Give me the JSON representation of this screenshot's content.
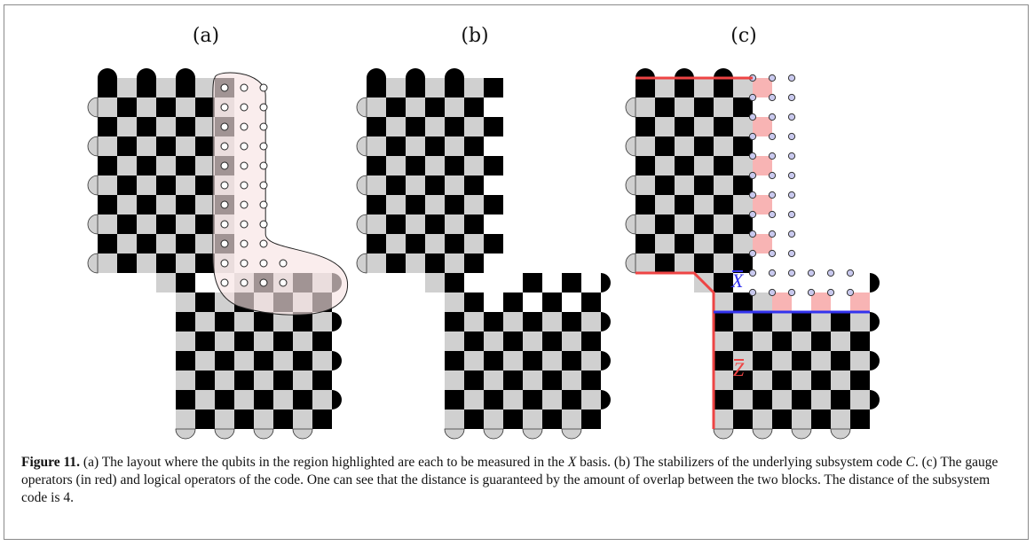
{
  "panels": [
    {
      "id": "a",
      "label": "(a)"
    },
    {
      "id": "b",
      "label": "(b)"
    },
    {
      "id": "c",
      "label": "(c)"
    }
  ],
  "operators": {
    "x_label": "X",
    "z_label": "Z",
    "x_color": "#3333ee",
    "z_color": "#ee4444"
  },
  "colors": {
    "black_cell": "#000000",
    "grey_cell": "#d0d0d0",
    "highlight_fill": "#f7e4e4",
    "gauge_fill": "#f8b4b4",
    "qubit_fill": "#c9c9ee"
  },
  "caption": {
    "label": "Figure 11.",
    "part1": " (a) The layout where the qubits in the region highlighted are each to be measured in the ",
    "basis": "X",
    "part2": " basis. (b) The stabilizers of the underlying subsystem code ",
    "code": "C",
    "part3": ". (c) The gauge operators (in red) and logical operators of the code. One can see that the distance is guaranteed by the amount of overlap between the two blocks. The distance of the subsystem code is 4."
  }
}
